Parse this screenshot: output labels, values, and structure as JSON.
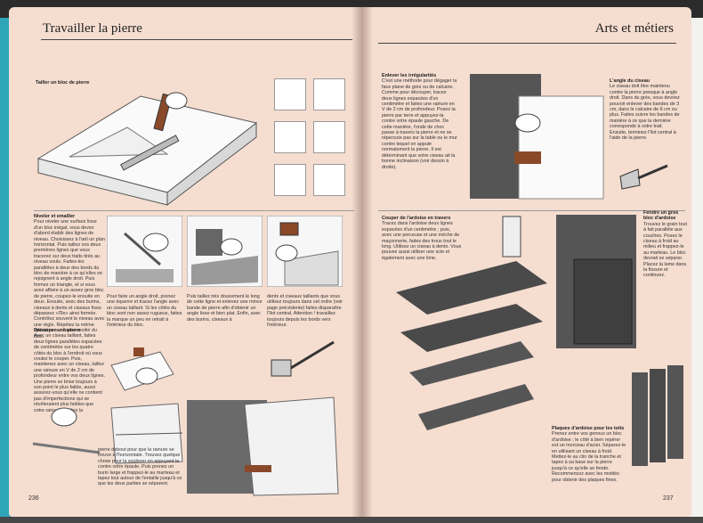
{
  "left_page": {
    "header": "Travailler la pierre",
    "page_number": "236",
    "sections": [
      {
        "heading": "Tailler un bloc de pierre",
        "text": ""
      },
      {
        "heading": "Niveler et emailler",
        "text": "Pour niveler une surface lisse d'un bloc inégal, vous devez d'abord établir des lignes de niveau. Choisissez à l'œil un plan horizontal. Puis taillez vos deux premières lignes que vous tracerez sur deux traits tirés au niveau voulu. Faites-les parallèles à deux des bords du bloc de manière à ce qu'elles se rejoignent à angle droit. Puis formez un triangle, et si vous avez affaire à un assez gros bloc de pierre, coupez-le ensuite en deux. Ensuite, avec des burins, ciseaux à dents et ciseaux fixes dépassez «l'île» ainsi formée. Contrôlez souvent le niveau avec une règle. Répétez la même opération sur l'autre moitié du bloc."
      },
      {
        "heading": "Découper une pierre",
        "text": "Avec un ciseau taillant, faites deux lignes parallèles espacées de centimètre sur les quatre côtés du bloc à l'endroit où vous voulez le couper. Puis, maintenez avec un ciseau, taillez une rainure en V de 2 cm de profondeur entre vos deux lignes. Une pierre se brise toujours à son point le plus faible, aussi assurez-vous qu'elle ne contient pas d'imperfections qui se révéleraient plus faibles que votre rainure. Mettez la"
      }
    ],
    "captions": {
      "col2": "Pour faire un angle droit, prenez une équerre et tracez l'angle avec un ciseau taillant. Si les côtés du bloc sont non assez rugueux, faites la marque un peu en retrait à l'intérieur du bloc.",
      "col3": "Puis taillez très doucement le long de cette ligne et enlevez une mince bande de pierre afin d'obtenir un angle lisse et bien plat. Enfin, avec des burins, ciseaux à",
      "col4": "dents et ciseaux taillants que vous utilisez toujours dans cet ordre (voir page précédente) faites disparaître l'îlot central. Attention ! travaillez toujours depuis les bords vers l'intérieur.",
      "bottom": "pierre debout pour que la rainure se trouve à l'horizontale. Trouvez quelque chose pour la soulever en appuyant la contre votre épaule. Puis prenez un burin large et frappez-le au marteau et tapez tout autour de l'entaille jusqu'à ce que les deux parties se séparent."
    }
  },
  "right_page": {
    "header": "Arts et métiers",
    "page_number": "237",
    "sections": [
      {
        "heading": "Enlever les irrégularités",
        "text": "C'est une méthode pour dégager la face plane de grès ou de calcaire. Comme pour découper, tracez deux lignes espacées d'un centimètre et faites une rainure en V de 2 cm de profondeur. Posez la pierre par terre et appuyez-la contre votre épaule gauche. De cette manière, l'onde de choc passe à travers la pierre et ne se répercute pas sur la table ou le mur contre lequel on appuie normalement la pierre. Il est déterminant que votre ciseau ait la bonne inclinaison (voir dessin à droite)."
      },
      {
        "heading": "L'angle du ciseau",
        "text": "Le ciseau doit être maintenu contre la pierre presque à angle droit. Dans du grès, vous devriez pouvoir enlever des bandes de 3 cm, dans le calcaire de 6 cm ou plus. Faites suivre les bandes de manière à ce que la dernière corresponde à votre trait. Ensuite, terminez l'îlot central à l'aide de la pierre."
      },
      {
        "heading": "Couper de l'ardoise en travers",
        "text": "Tracez dans l'ardoise deux lignes espacées d'un centimètre ; puis, avec une perceuse et une mèche de maçonnerie, faites des trous tout le long. Utilisez un ciseau à dents. Vous pouvez aussi utiliser une scie et également avec une lime."
      },
      {
        "heading": "Fendre un gros bloc d'ardoise",
        "text": "Trouvez le grain tout à fait parallèle aux couches. Posez le ciseau à froid au milieu et frappez-le au marteau. Le bloc devrait se séparer. Placez la lame dans la fissure et continuez."
      },
      {
        "heading": "Plaques d'ardoise pour les toits",
        "text": "Prenez entre vos genoux un bloc d'ardoise ; le côté à bien repérer est un morceau d'acier. Séparez-le en utilisant un ciseau à froid. Mettez-le au clin de la tranche et tapez à sa base sur la pierre jusqu'à ce qu'elle se fende. Recommencez avec les moitiés pour obtenir des plaques fines."
      }
    ]
  }
}
